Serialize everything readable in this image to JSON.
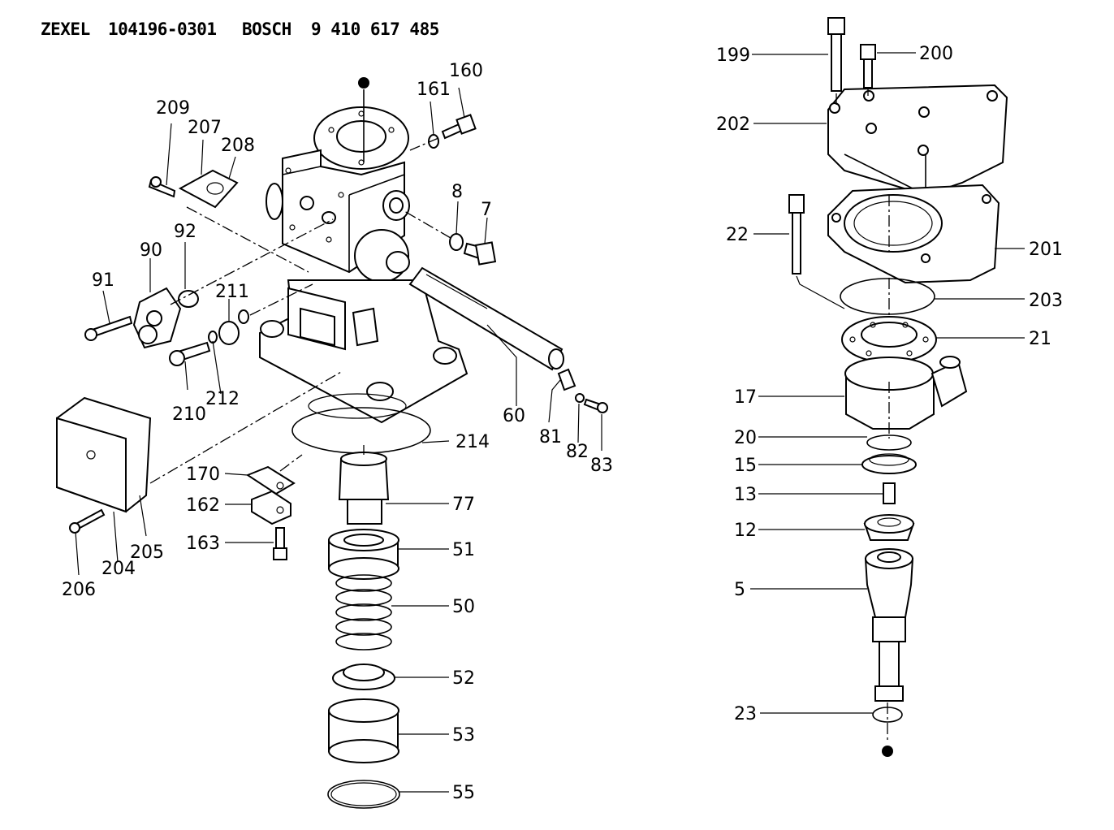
{
  "header": {
    "brand1": "ZEXEL",
    "part1": "104196-0301",
    "brand2": "BOSCH",
    "part2": "9 410 617 485"
  },
  "callouts": {
    "c160": "160",
    "c161": "161",
    "c209": "209",
    "c207": "207",
    "c208": "208",
    "c8": "8",
    "c7": "7",
    "c92": "92",
    "c90": "90",
    "c91": "91",
    "c211": "211",
    "c210": "210",
    "c212": "212",
    "c60": "60",
    "c81": "81",
    "c82": "82",
    "c83": "83",
    "c214": "214",
    "c170": "170",
    "c162": "162",
    "c163": "163",
    "c77": "77",
    "c51": "51",
    "c50": "50",
    "c52": "52",
    "c53": "53",
    "c55": "55",
    "c204": "204",
    "c205": "205",
    "c206": "206",
    "c199": "199",
    "c200": "200",
    "c202": "202",
    "c22": "22",
    "c201": "201",
    "c203": "203",
    "c21": "21",
    "c17": "17",
    "c20": "20",
    "c15": "15",
    "c13": "13",
    "c12": "12",
    "c5": "5",
    "c23": "23"
  }
}
